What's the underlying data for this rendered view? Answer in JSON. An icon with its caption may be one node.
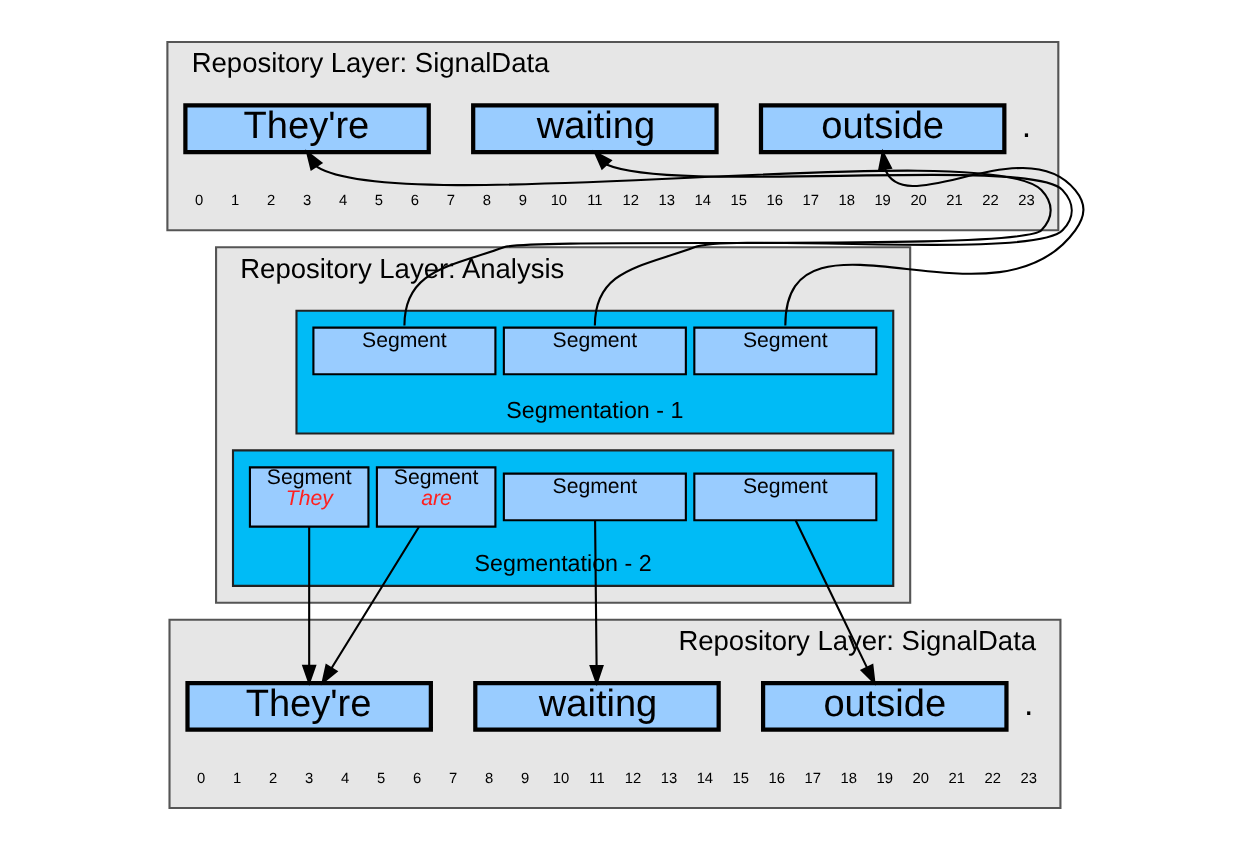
{
  "diagram": {
    "nodes": [
      {
        "text": [
          "Repository Layer: SignalData"
        ]
      },
      {
        "text": [
          "They're"
        ],
        "in": 0
      },
      {
        "text": [
          "waiting"
        ],
        "in": 0
      },
      {
        "text": [
          "outside"
        ],
        "in": 0
      },
      {
        "text": [
          "Repository Layer: Analysis"
        ]
      },
      {
        "text": [
          "Segmentation - 1"
        ],
        "in": 4
      },
      {
        "text": [
          "Segment"
        ],
        "in": 5
      },
      {
        "text": [
          "Segment"
        ],
        "in": 5
      },
      {
        "text": [
          "Segment"
        ],
        "in": 5
      },
      {
        "text": [
          "Segmentation - 2"
        ],
        "in": 4
      },
      {
        "text": [
          "Segment",
          "They"
        ],
        "in": 9
      },
      {
        "text": [
          "Segment",
          "are"
        ],
        "in": 9
      },
      {
        "text": [
          "Segment"
        ],
        "in": 9
      },
      {
        "text": [
          "Segment"
        ],
        "in": 9
      },
      {
        "text": [
          "Repository Layer: SignalData"
        ]
      },
      {
        "text": [
          "They're"
        ],
        "in": 14
      },
      {
        "text": [
          "waiting"
        ],
        "in": 14
      },
      {
        "text": [
          "outside"
        ],
        "in": 14
      }
    ],
    "edges": [
      {
        "from": 6,
        "to": 1,
        "arrow": "to"
      },
      {
        "from": 7,
        "to": 2,
        "arrow": "to"
      },
      {
        "from": 8,
        "to": 3,
        "arrow": "to"
      },
      {
        "from": 10,
        "to": 15,
        "arrow": "to"
      },
      {
        "from": 11,
        "to": 15,
        "arrow": "to"
      },
      {
        "from": 12,
        "to": 16,
        "arrow": "to"
      },
      {
        "from": 13,
        "to": 17,
        "arrow": "to"
      }
    ],
    "labels": [
      ".",
      "0",
      "1",
      "2",
      "3",
      "4",
      "5",
      "6",
      "7",
      "8",
      "9",
      "10",
      "11",
      "12",
      "13",
      "14",
      "15",
      "16",
      "17",
      "18",
      "19",
      "20",
      "21",
      "22",
      "23",
      ".",
      "0",
      "1",
      "2",
      "3",
      "4",
      "5",
      "6",
      "7",
      "8",
      "9",
      "10",
      "11",
      "12",
      "13",
      "14",
      "15",
      "16",
      "17",
      "18",
      "19",
      "20",
      "21",
      "22",
      "23"
    ]
  }
}
